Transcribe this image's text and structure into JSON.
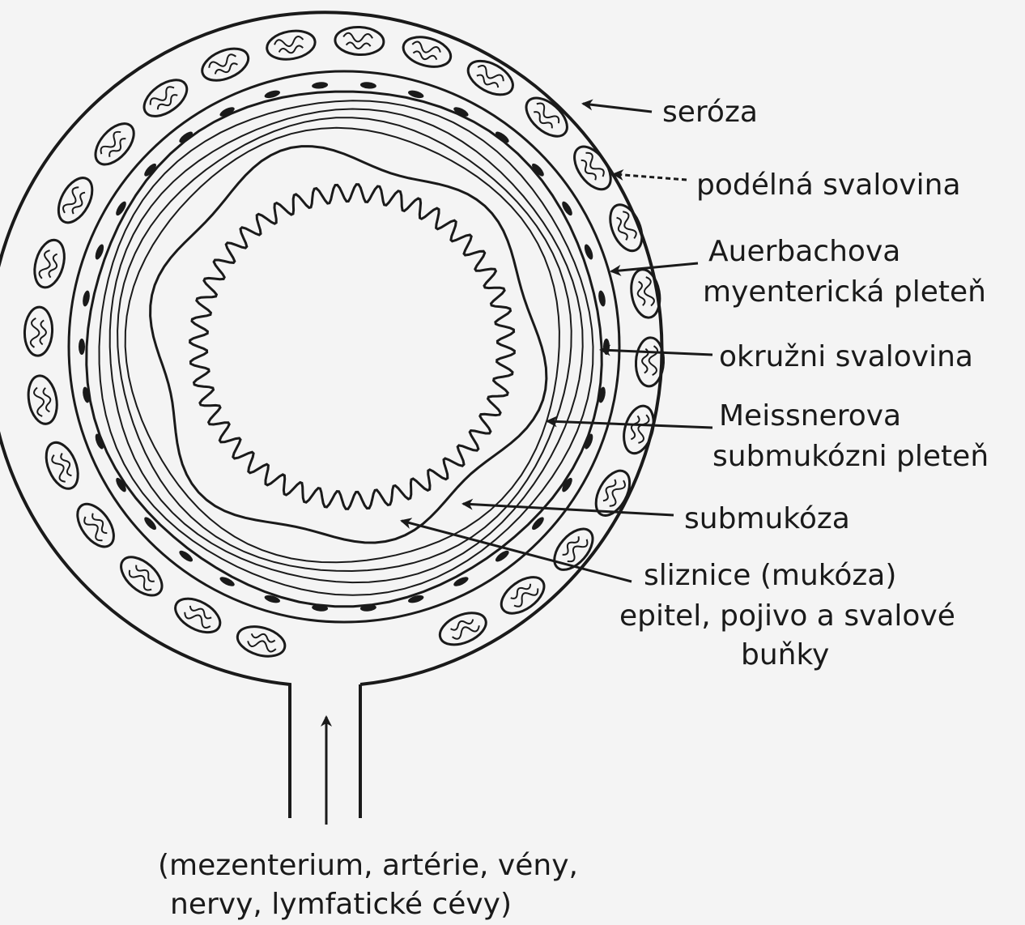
{
  "labels": {
    "seroza": "seróza",
    "podelna": "podélná svalovina",
    "auerbach_line1": "Auerbachova",
    "auerbach_line2": "myenterická pleteň",
    "okruzni": "okružni svalovina",
    "meissner_line1": "Meissnerova",
    "meissner_line2": "submukózni pleteň",
    "submukoza": "submukóza",
    "sliznice_line1": "sliznice (mukóza)",
    "sliznice_line2": "epitel, pojivo a svalové",
    "sliznice_line3": "buňky",
    "mezenterium_line1": "(mezenterium, artérie, vény,",
    "mezenterium_line2": "nervy, lymfatické cévy)"
  },
  "colors": {
    "ink": "#1a1a1a",
    "paper": "#f4f4f4"
  }
}
